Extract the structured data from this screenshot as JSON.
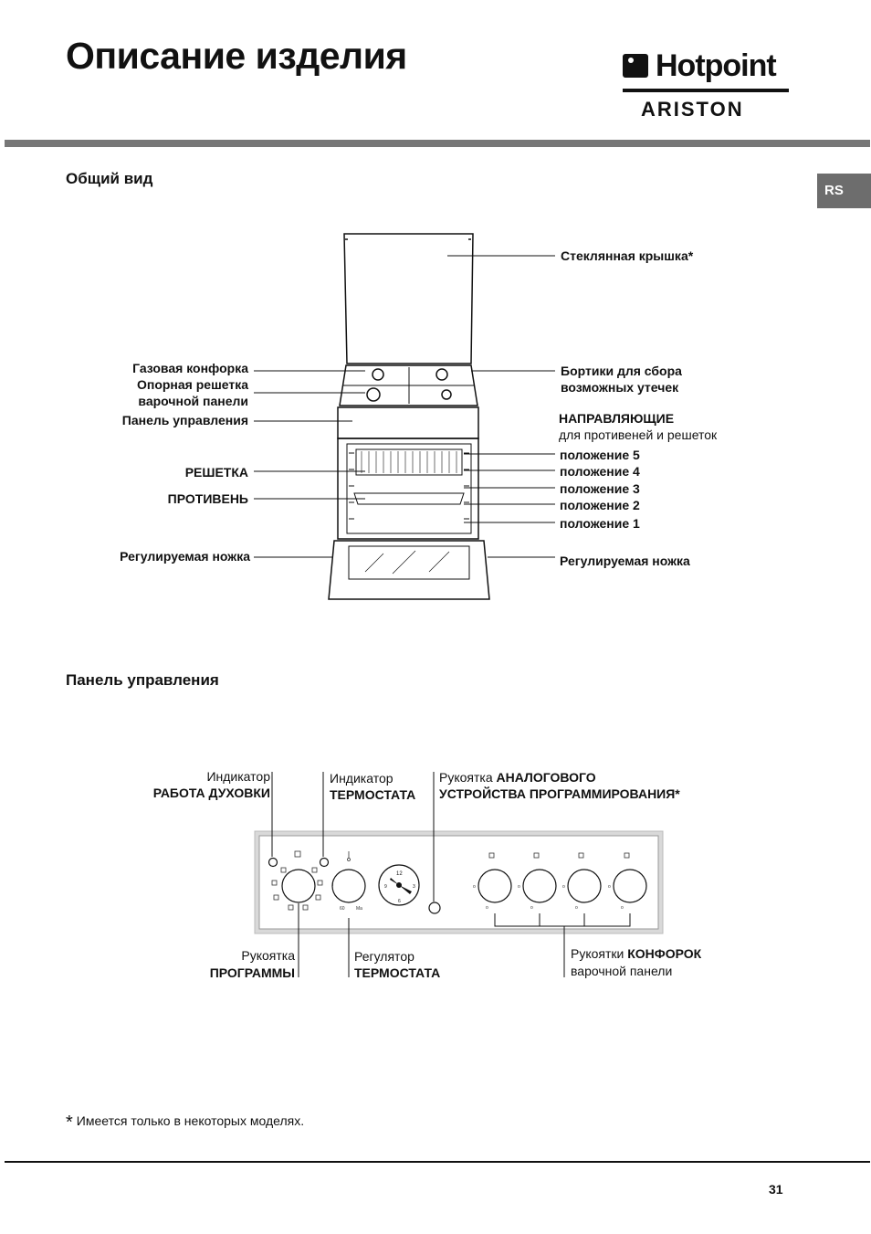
{
  "page": {
    "title": "Описание изделия",
    "lang_tab": "RS",
    "page_number": "31",
    "brand": {
      "name": "Hotpoint",
      "sub": "ARISTON"
    }
  },
  "general_view": {
    "heading": "Общий вид",
    "labels": {
      "glass_lid": "Стеклянная крышка*",
      "gas_burner": "Газовая конфорка",
      "grid_1": "Опорная решетка",
      "grid_2": "варочной панели",
      "control_panel": "Панель управления",
      "rim_1": "Бортики для сбора",
      "rim_2": "возможных утечек",
      "guides_1": "НАПРАВЛЯЮЩИЕ",
      "guides_2": "для противеней и решеток",
      "rack": "РЕШЕТКА",
      "tray": "ПРОТИВЕНЬ",
      "pos5": "положение 5",
      "pos4": "положение 4",
      "pos3": "положение 3",
      "pos2": "положение 2",
      "pos1": "положение 1",
      "foot_left": "Регулируемая ножка",
      "foot_right": "Регулируемая ножка"
    }
  },
  "control_panel": {
    "heading": "Панель управления",
    "labels": {
      "oven_ind_1": "Индикатор",
      "oven_ind_2": "РАБОТА ДУХОВКИ",
      "thermo_ind_1": "Индикатор",
      "thermo_ind_2": "ТЕРМОСТАТА",
      "timer_1_normal": "Рукоятка ",
      "timer_1_bold": "АНАЛОГОВОГО",
      "timer_2": "УСТРОЙСТВА ПРОГРАММИРОВАНИЯ*",
      "program_1": "Рукоятка",
      "program_2": "ПРОГРАММЫ",
      "thermo_reg_1": "Регулятор",
      "thermo_reg_2": "ТЕРМОСТАТА",
      "burner_knobs_1_normal": "Рукоятки ",
      "burner_knobs_1_bold": "КОНФОРОК",
      "burner_knobs_2": "варочной панели"
    }
  },
  "footnote": {
    "star": "*",
    "text": "Имеется только в некоторых моделях."
  }
}
